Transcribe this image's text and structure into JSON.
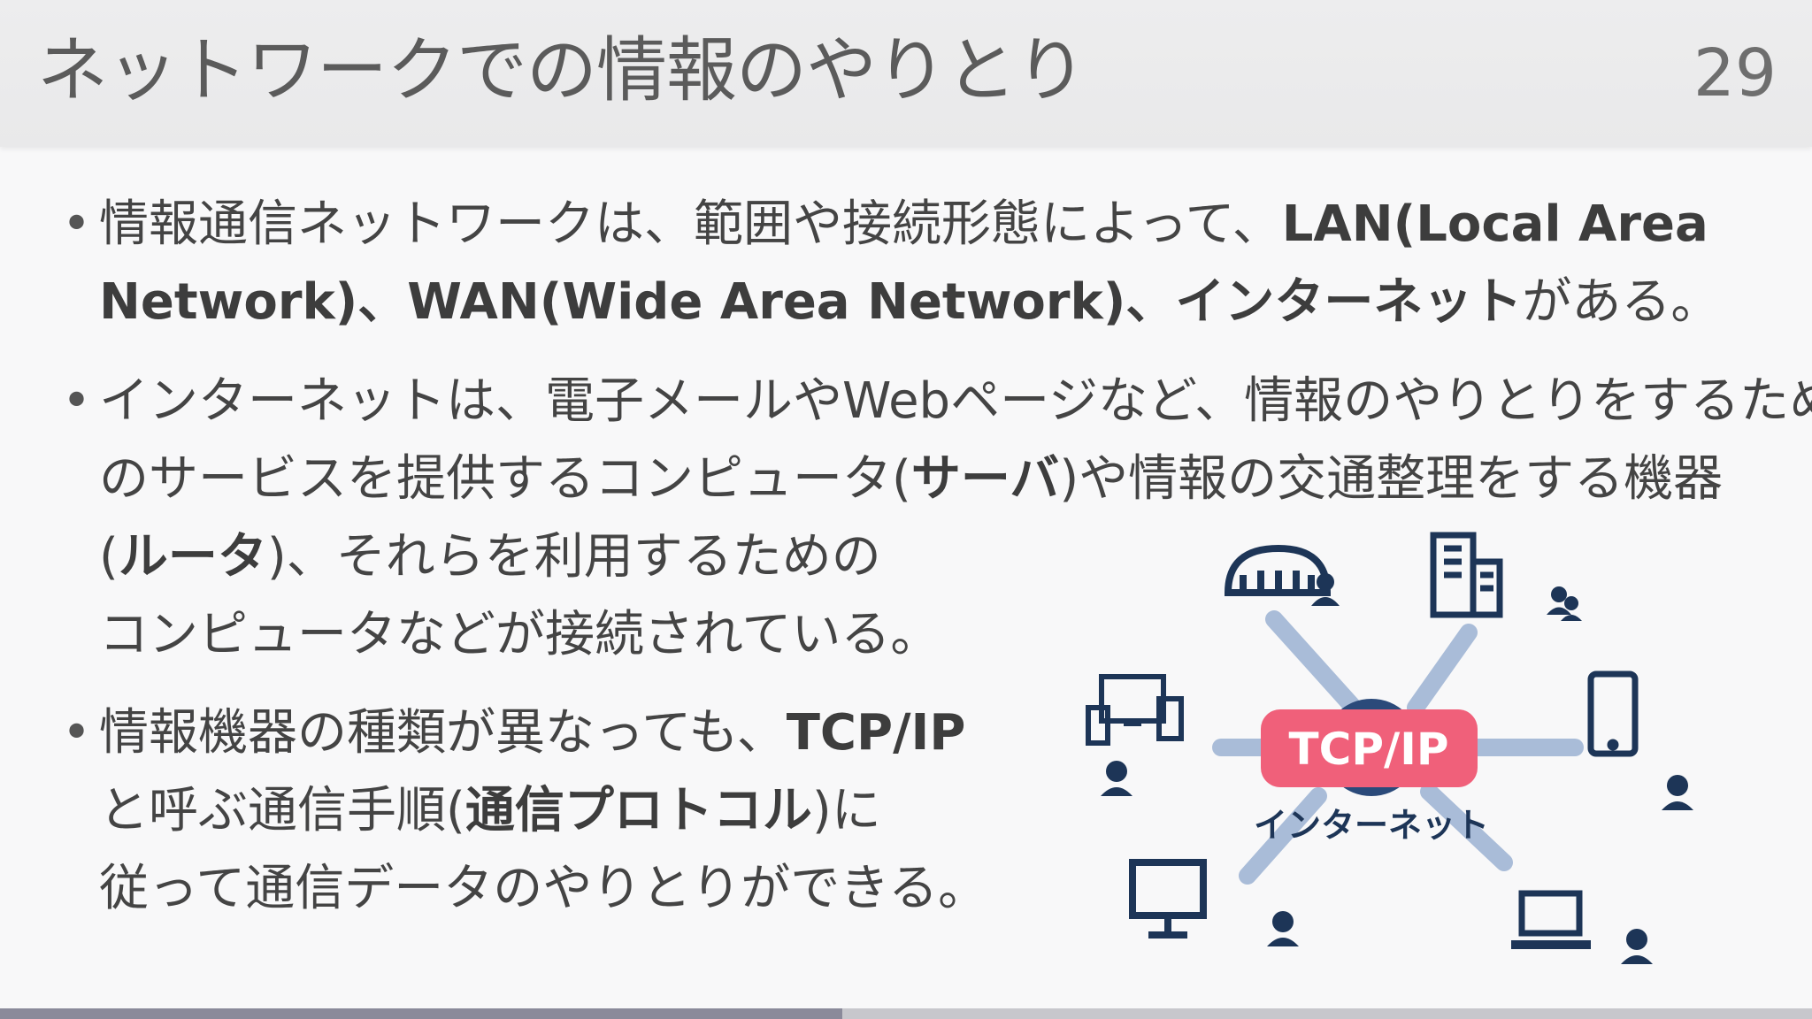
{
  "header": {
    "title": "ネットワークでの情報のやりとり",
    "page_number": "29"
  },
  "bullets": [
    {
      "dot": "•",
      "lines": [
        [
          "情報通信ネットワークは、範囲や接続形態によって、",
          "LAN(Local Area"
        ],
        [
          "Network)、WAN(Wide Area Network)、",
          "インターネット",
          "がある。"
        ]
      ]
    },
    {
      "dot": "•",
      "lines": [
        [
          "インターネットは、電子メールやWebページなど、情報のやりとりをするため"
        ],
        [
          "のサービスを提供するコンピュータ(",
          "サーバ",
          ")や情報の交通整理をする機器"
        ],
        [
          "(",
          "ルータ",
          ")、それらを利用するための"
        ],
        [
          "コンピュータなどが接続されている。"
        ]
      ]
    },
    {
      "dot": "•",
      "lines": [
        [
          "情報機器の種類が異なっても、",
          "TCP/IP"
        ],
        [
          "と呼ぶ通信手順(",
          "通信プロトコル",
          ")に"
        ],
        [
          "従って通信データのやりとりができる。"
        ]
      ]
    }
  ],
  "diagram": {
    "center_label": "TCP/IP",
    "sub_label": "インターネット",
    "colors": {
      "hub_pill": "#f0607a",
      "spoke": "#a9bcd8",
      "icon": "#1d3557",
      "globe": "#2b4a7a"
    },
    "icons": [
      "cloud-server-icon",
      "building-icon",
      "tablet-icon",
      "laptop-icon",
      "monitor-icon",
      "devices-icon",
      "user-icon"
    ]
  },
  "progress": {
    "fraction": 0.465
  }
}
